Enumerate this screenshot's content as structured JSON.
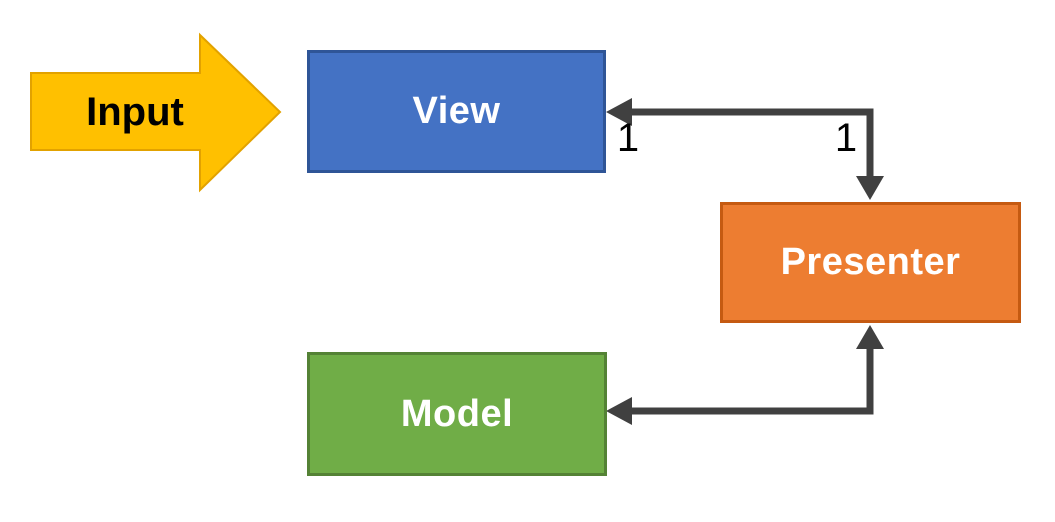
{
  "diagram": {
    "type": "flow-diagram",
    "pattern": "Model-View-Presenter",
    "background_color": "#FFFFFF",
    "input_arrow": {
      "label": "Input",
      "shape": "right-block-arrow",
      "fill": "#FFC000",
      "border_color": "#E2A200",
      "text_color": "#000000"
    },
    "nodes": [
      {
        "id": "view",
        "label": "View",
        "fill": "#4472C4",
        "border_color": "#2F5597",
        "text_color": "#FFFFFF"
      },
      {
        "id": "presenter",
        "label": "Presenter",
        "fill": "#ED7D31",
        "border_color": "#C55A11",
        "text_color": "#FFFFFF"
      },
      {
        "id": "model",
        "label": "Model",
        "fill": "#70AD47",
        "border_color": "#548235",
        "text_color": "#FFFFFF"
      }
    ],
    "connectors": [
      {
        "id": "view-presenter",
        "between": [
          "View",
          "Presenter"
        ],
        "style": "elbow, arrowheads on both ends",
        "color": "#404040",
        "multiplicity_near_view": "1",
        "multiplicity_near_presenter": "1"
      },
      {
        "id": "presenter-model",
        "between": [
          "Presenter",
          "Model"
        ],
        "style": "elbow, arrowheads on both ends",
        "color": "#404040"
      }
    ]
  }
}
